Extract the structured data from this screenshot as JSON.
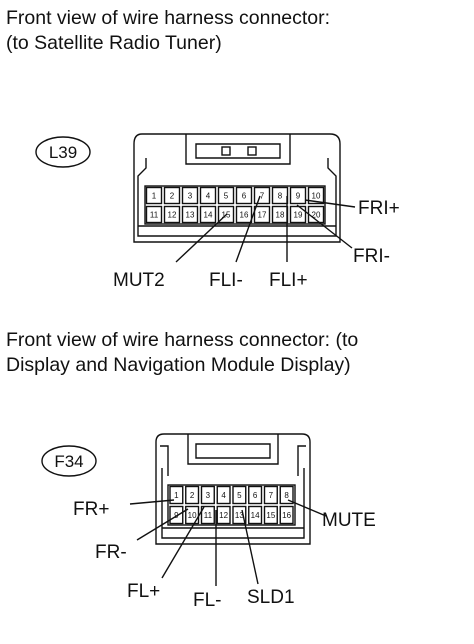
{
  "caption1": {
    "line1": "Front view of wire harness connector:",
    "line2": "(to Satellite Radio Tuner)"
  },
  "connector1": {
    "tag": "L39",
    "pins_top": [
      "1",
      "2",
      "3",
      "4",
      "5",
      "6",
      "7",
      "8",
      "9",
      "10"
    ],
    "pins_bottom": [
      "11",
      "12",
      "13",
      "14",
      "15",
      "16",
      "17",
      "18",
      "19",
      "20"
    ],
    "labels": {
      "fri_plus": "FRI+",
      "fri_minus": "FRI-",
      "mut2": "MUT2",
      "fli_minus": "FLI-",
      "fli_plus": "FLI+"
    }
  },
  "caption2": {
    "line1": "Front view of wire harness connector: (to",
    "line2": "Display and Navigation Module Display)"
  },
  "connector2": {
    "tag": "F34",
    "pins_top": [
      "1",
      "2",
      "3",
      "4",
      "5",
      "6",
      "7",
      "8"
    ],
    "pins_bottom": [
      "9",
      "10",
      "11",
      "12",
      "13",
      "14",
      "15",
      "16"
    ],
    "labels": {
      "fr_plus": "FR+",
      "fr_minus": "FR-",
      "fl_plus": "FL+",
      "fl_minus": "FL-",
      "sld1": "SLD1",
      "mute": "MUTE"
    }
  }
}
